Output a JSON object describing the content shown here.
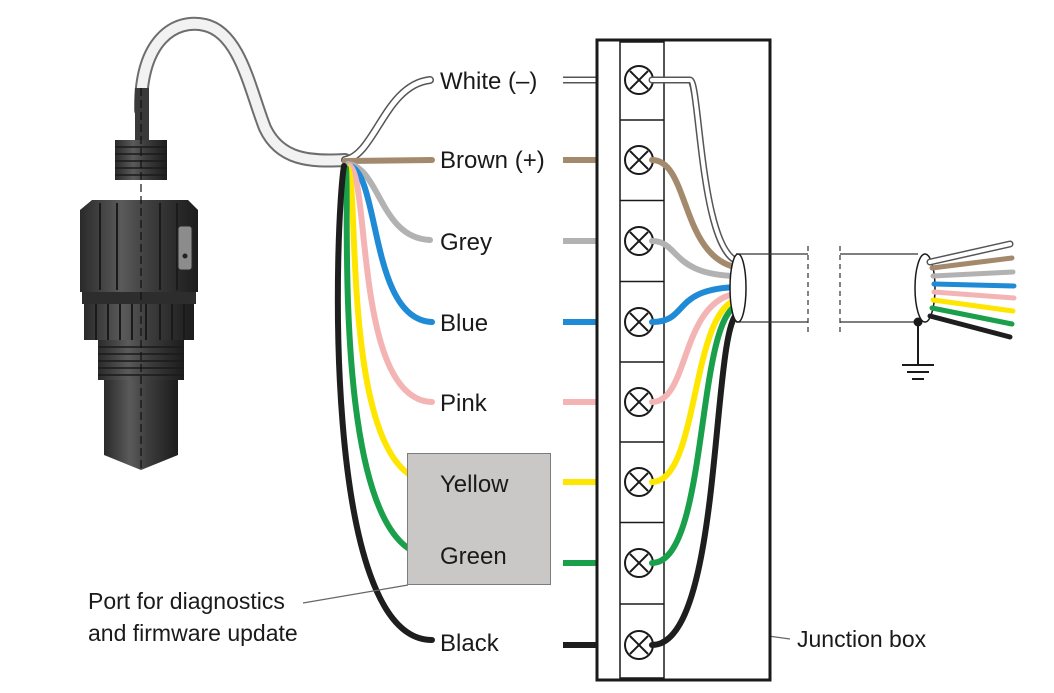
{
  "wires": [
    {
      "label": "White (–)",
      "color": "#ffffff"
    },
    {
      "label": "Brown (+)",
      "color": "#a38a6d"
    },
    {
      "label": "Grey",
      "color": "#b2b2b2"
    },
    {
      "label": "Blue",
      "color": "#1f8ad6"
    },
    {
      "label": "Pink",
      "color": "#f4b4b4"
    },
    {
      "label": "Yellow",
      "color": "#ffe600"
    },
    {
      "label": "Green",
      "color": "#1aa04a"
    },
    {
      "label": "Black",
      "color": "#1e1e1e"
    }
  ],
  "callouts": {
    "port_line1": "Port for diagnostics",
    "port_line2": "and firmware update",
    "junction_box": "Junction box"
  }
}
